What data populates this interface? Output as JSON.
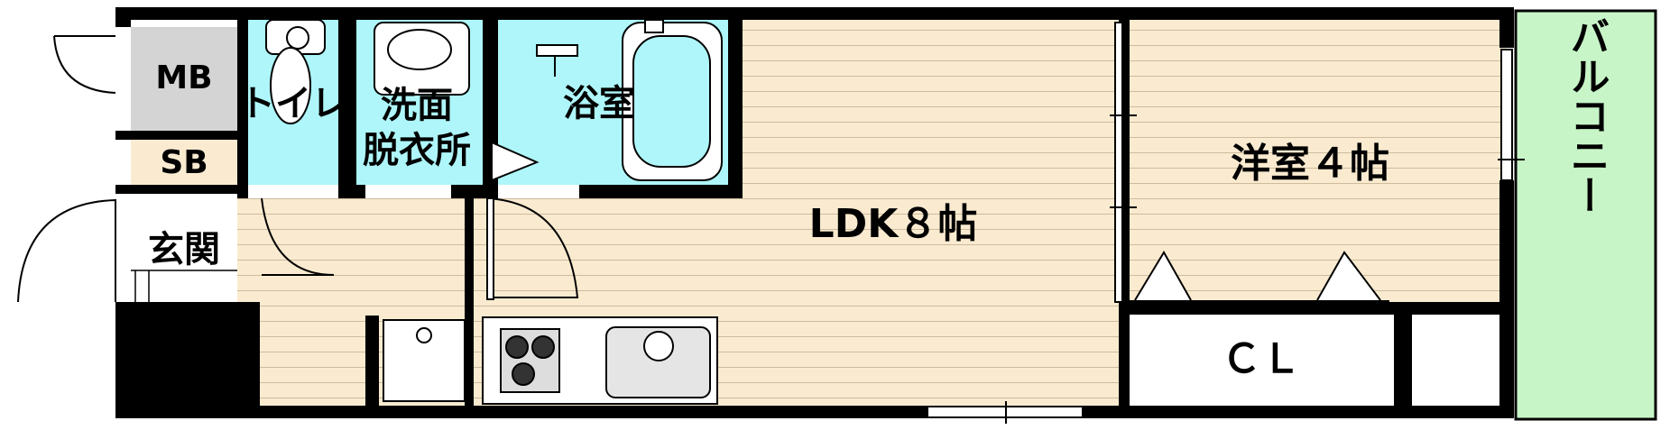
{
  "rooms": {
    "mb": "MB",
    "sb": "SB",
    "toilet": "トイレ",
    "washroom_line1": "洗面",
    "washroom_line2": "脱衣所",
    "bathroom": "浴室",
    "entrance": "玄関",
    "ldk": "LDK８帖",
    "western_room": "洋室４帖",
    "closet": "ＣＬ",
    "balcony": "バルコニー"
  },
  "colors": {
    "wall": "#000000",
    "floor_wood": "#faebd0",
    "floor_line": "#c9b89a",
    "wet_area": "#aef6f9",
    "storage_gray": "#d4d4d4",
    "balcony_green": "#c8f5c8",
    "fixture": "#ffffff"
  }
}
